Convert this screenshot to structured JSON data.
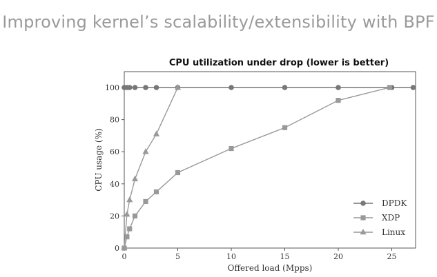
{
  "slide": {
    "title": "Improving kernel’s scalability/extensibility with BPF"
  },
  "chart_data": {
    "type": "line",
    "title": "CPU utilization under drop (lower is better)",
    "xlabel": "Offered load (Mpps)",
    "ylabel": "CPU usage (%)",
    "xlim": [
      0,
      27
    ],
    "ylim": [
      0,
      105
    ],
    "xticks": [
      0,
      5,
      10,
      15,
      20,
      25
    ],
    "yticks": [
      0,
      20,
      40,
      60,
      80,
      100
    ],
    "grid": false,
    "legend_position": "bottom-right",
    "series": [
      {
        "name": "DPDK",
        "marker": "circle",
        "color": "#777777",
        "points": [
          [
            0,
            100
          ],
          [
            0.25,
            100
          ],
          [
            0.5,
            100
          ],
          [
            1,
            100
          ],
          [
            2,
            100
          ],
          [
            3,
            100
          ],
          [
            5,
            100
          ],
          [
            10,
            100
          ],
          [
            15,
            100
          ],
          [
            20,
            100
          ],
          [
            25,
            100
          ],
          [
            27,
            100
          ]
        ]
      },
      {
        "name": "XDP",
        "marker": "square",
        "color": "#999999",
        "points": [
          [
            0,
            0
          ],
          [
            0.25,
            7
          ],
          [
            0.5,
            12
          ],
          [
            1,
            20
          ],
          [
            2,
            29
          ],
          [
            3,
            35
          ],
          [
            5,
            47
          ],
          [
            10,
            62
          ],
          [
            15,
            75
          ],
          [
            20,
            92
          ],
          [
            24.8,
            100
          ]
        ]
      },
      {
        "name": "Linux",
        "marker": "triangle",
        "color": "#999999",
        "points": [
          [
            0,
            0
          ],
          [
            0.25,
            21
          ],
          [
            0.5,
            30
          ],
          [
            1,
            43
          ],
          [
            2,
            60
          ],
          [
            3,
            71
          ],
          [
            5,
            100
          ]
        ]
      }
    ]
  }
}
